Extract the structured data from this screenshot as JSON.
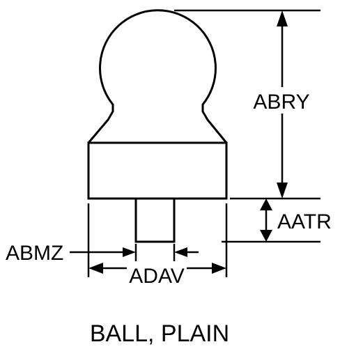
{
  "diagram": {
    "title": "BALL, PLAIN",
    "labels": {
      "ball_height": "ABRY",
      "stud_length": "AATR",
      "stud_diameter": "ABMZ",
      "base_width": "ADAV"
    },
    "colors": {
      "ink": "#000000",
      "background": "#ffffff"
    }
  }
}
